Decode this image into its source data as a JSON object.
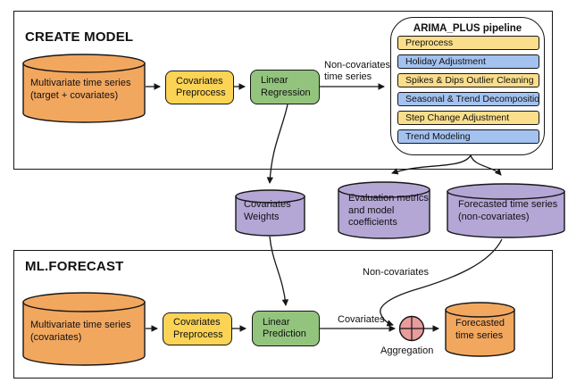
{
  "colors": {
    "orange": "#F2A75F",
    "yellow": "#FBD355",
    "green": "#93C47D",
    "purple": "#B4A7D6",
    "pipeline_yellow": "#FADE8C",
    "pipeline_blue": "#A3C2F0",
    "aggregation_red": "#E89C9C",
    "stroke": "#161616",
    "background": "#FFFFFF"
  },
  "create_model": {
    "title": "CREATE MODEL",
    "input_cylinder": "Multivariate time series\n(target + covariates)",
    "covariates_preprocess": "Covariates\nPreprocess",
    "linear_regression": "Linear\nRegression",
    "arrow_label": "Non-covariates\ntime series"
  },
  "pipeline": {
    "title": "ARIMA_PLUS pipeline",
    "steps": [
      {
        "label": "Preprocess",
        "color": "#FADE8C"
      },
      {
        "label": "Holiday Adjustment",
        "color": "#A3C2F0"
      },
      {
        "label": "Spikes & Dips Outlier Cleaning",
        "color": "#FADE8C"
      },
      {
        "label": "Seasonal & Trend Decomposition",
        "color": "#A3C2F0"
      },
      {
        "label": "Step Change Adjustment",
        "color": "#FADE8C"
      },
      {
        "label": "Trend Modeling",
        "color": "#A3C2F0"
      }
    ]
  },
  "outputs": {
    "covariates_weights": "Covariates\nWeights",
    "evaluation_metrics": "Evaluation metrics\nand model\ncoefficients",
    "forecasted_noncovariates": "Forecasted time series\n(non-covariates)"
  },
  "ml_forecast": {
    "title": "ML.FORECAST",
    "input_cylinder": "Multivariate time series\n(covariates)",
    "covariates_preprocess": "Covariates\nPreprocess",
    "linear_prediction": "Linear\nPrediction",
    "covariates_arrow_label": "Covariates",
    "noncovariates_arrow_label": "Non-covariates",
    "aggregation_label": "Aggregation",
    "output_cylinder": "Forecasted\ntime series"
  }
}
